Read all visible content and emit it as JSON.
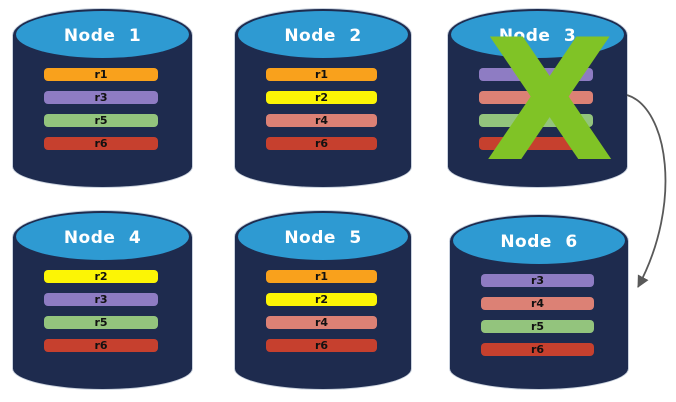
{
  "nodes": [
    {
      "title": "Node 1",
      "bars": [
        {
          "label": "r1",
          "color": "#F9A11C"
        },
        {
          "label": "r3",
          "color": "#8E7CC3"
        },
        {
          "label": "r5",
          "color": "#93C47D"
        },
        {
          "label": "r6",
          "color": "#C6402E"
        }
      ]
    },
    {
      "title": "Node 2",
      "bars": [
        {
          "label": "r1",
          "color": "#F9A11C"
        },
        {
          "label": "r2",
          "color": "#FCF505"
        },
        {
          "label": "r4",
          "color": "#DC8175"
        },
        {
          "label": "r6",
          "color": "#C6402E"
        }
      ]
    },
    {
      "title": "Node 3",
      "failed": true,
      "bars": [
        {
          "label": "r3",
          "color": "#8E7CC3"
        },
        {
          "label": "",
          "color": "#DC8175"
        },
        {
          "label": "",
          "color": "#93C47D"
        },
        {
          "label": "",
          "color": "#C6402E"
        }
      ]
    },
    {
      "title": "Node 4",
      "bars": [
        {
          "label": "r2",
          "color": "#FCF505"
        },
        {
          "label": "r3",
          "color": "#8E7CC3"
        },
        {
          "label": "r5",
          "color": "#93C47D"
        },
        {
          "label": "r6",
          "color": "#C6402E"
        }
      ]
    },
    {
      "title": "Node 5",
      "bars": [
        {
          "label": "r1",
          "color": "#F9A11C"
        },
        {
          "label": "r2",
          "color": "#FCF505"
        },
        {
          "label": "r4",
          "color": "#DC8175"
        },
        {
          "label": "r6",
          "color": "#C6402E"
        }
      ]
    },
    {
      "title": "Node 6",
      "bars": [
        {
          "label": "r3",
          "color": "#8E7CC3"
        },
        {
          "label": "r4",
          "color": "#DC8175"
        },
        {
          "label": "r5",
          "color": "#93C47D"
        },
        {
          "label": "r6",
          "color": "#C6402E"
        }
      ]
    }
  ],
  "failure_mark": {
    "glyph": "X",
    "color": "#80C326",
    "on_node": "Node 3"
  },
  "arrow": {
    "color": "#595959",
    "from_node": "Node 3",
    "to_node": "Node 6"
  },
  "palette": {
    "cylinder_body": "#1E2B4E",
    "cylinder_top": "#2E9AD2",
    "title_text": "#FFFFFF",
    "bar_text": "#111111",
    "background": "#FFFFFF"
  }
}
